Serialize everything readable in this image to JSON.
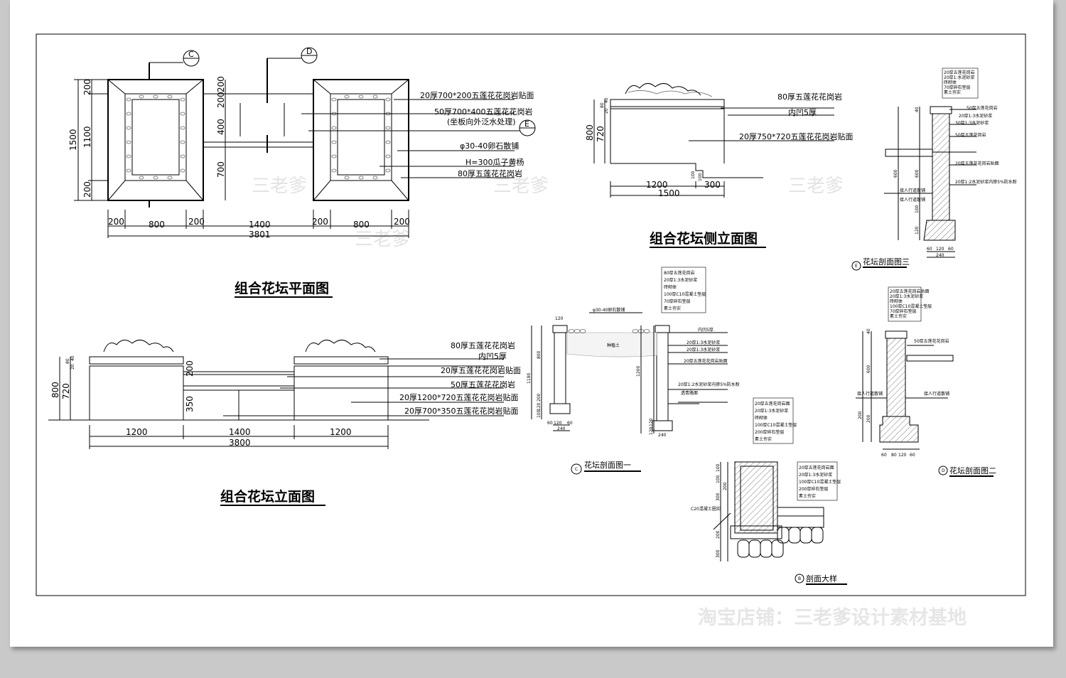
{
  "plan": {
    "title": "组合花坛平面图",
    "markers": {
      "c": "C",
      "d": "D",
      "e": "E"
    },
    "dims_bottom": [
      "200",
      "800",
      "200",
      "1400",
      "200",
      "800",
      "200"
    ],
    "dim_total": "3801",
    "dims_left": [
      "200",
      "1100",
      "200"
    ],
    "dim_left_total": "1500",
    "dims_mid": [
      "200",
      "200",
      "400",
      "700"
    ],
    "callouts": [
      "20厚700*200五莲花花岗岩贴面",
      "50厚700*400五莲花花岗岩",
      "(坐板向外泛水处理)",
      "φ30-40卵石散铺",
      "H=300瓜子黄杨",
      "80厚五莲花花岗岩"
    ]
  },
  "side": {
    "title": "组合花坛侧立面图",
    "callouts": [
      "80厚五莲花花岗岩",
      "内凹5厚",
      "20厚750*720五莲花花岗岩贴面"
    ],
    "dims_bottom": [
      "1200",
      "300"
    ],
    "dim_total": "1500",
    "dims_left": [
      "800",
      "720",
      "80",
      "20",
      "40"
    ],
    "dims_step": [
      "100",
      "100"
    ]
  },
  "elev": {
    "title": "组合花坛立面图",
    "callouts": [
      "80厚五莲花花岗岩",
      "内凹5厚",
      "20厚五莲花花岗岩贴面",
      "50厚五莲花花岗岩",
      "20厚1200*720五莲花花岗岩贴面",
      "20厚700*350五莲花花岗岩贴面"
    ],
    "dims_bottom": [
      "1200",
      "1400",
      "1200"
    ],
    "dim_total": "3800",
    "dims_left": [
      "800",
      "720",
      "80",
      "20",
      "40"
    ],
    "dims_mid": [
      "200",
      "350"
    ]
  },
  "sec1": {
    "title": "花坛剖面图一",
    "marker": "C",
    "callouts": [
      "φ30-40卵石散铺",
      "内凹5厚",
      "20厚1:3水泥砂浆",
      "20厚1:3水泥砂浆",
      "20厚五莲花花岗岩贴面",
      "20厚1:2水泥砂浆内掺5%防水粉",
      "透青路面",
      "种植土"
    ],
    "layers": [
      "80厚五莲花岗岩",
      "20厚1:3水泥砂浆",
      "砖砌体",
      "100厚C10混凝土垫层",
      "70厚碎石垫层",
      "素土夯实"
    ],
    "dims": [
      "120",
      "1190",
      "800",
      "200",
      "120",
      "100",
      "120",
      "240",
      "60",
      "60",
      "1200",
      "120",
      "120",
      "240"
    ]
  },
  "sec2": {
    "title": "花坛剖面图二",
    "marker": "D",
    "callouts": [
      "50厚五莲花花岗岩",
      "接人行道散铺",
      "接人行道散铺"
    ],
    "layers": [
      "20厚五莲花岗岩贴面",
      "20厚1:3水泥砂浆",
      "砖砌体",
      "100厚C10混凝土垫层",
      "70厚碎石垫层",
      "素土夯实"
    ],
    "dims": [
      "600",
      "40",
      "200",
      "200",
      "80",
      "60",
      "120",
      "60"
    ]
  },
  "sec3": {
    "title": "花坛剖面图三",
    "marker": "E",
    "callouts": [
      "50厚五莲花岗岩",
      "20厚1:3水泥砂浆",
      "30厚1:3水泥砂浆",
      "50厚五莲花岗岩",
      "20厚五莲花花岗岩贴面",
      "20厚1:2水泥砂浆内掺5%防水粉",
      "接人行道散铺",
      "接人行道散铺"
    ],
    "layers": [
      "20厚五莲花岗岩",
      "20厚1:水泥砂浆",
      "砖砌体",
      "70厚碎石垫层",
      "素土夯实"
    ],
    "dims": [
      "40",
      "600",
      "600",
      "120",
      "100",
      "60",
      "120",
      "60",
      "240"
    ]
  },
  "detail": {
    "title": "剖面大样",
    "marker": "B",
    "callouts": [
      "C20混凝土圈实"
    ],
    "layers": [
      "20厚五莲花岗岩面",
      "20厚1:3水泥砂浆",
      "砖砌体",
      "100厚C10混凝土垫层",
      "200厚碎石垫层",
      "素土夯实"
    ],
    "layers2": [
      "20厚五莲花岗岩面",
      "20厚1:3水泥砂浆",
      "100厚C10混凝土垫层",
      "200厚碎石垫层",
      "素土夯实"
    ],
    "dims": [
      "100",
      "100",
      "300",
      "200",
      "300",
      "200"
    ]
  },
  "watermark": "三老爹",
  "footer": "淘宝店铺：三老爹设计素材基地"
}
